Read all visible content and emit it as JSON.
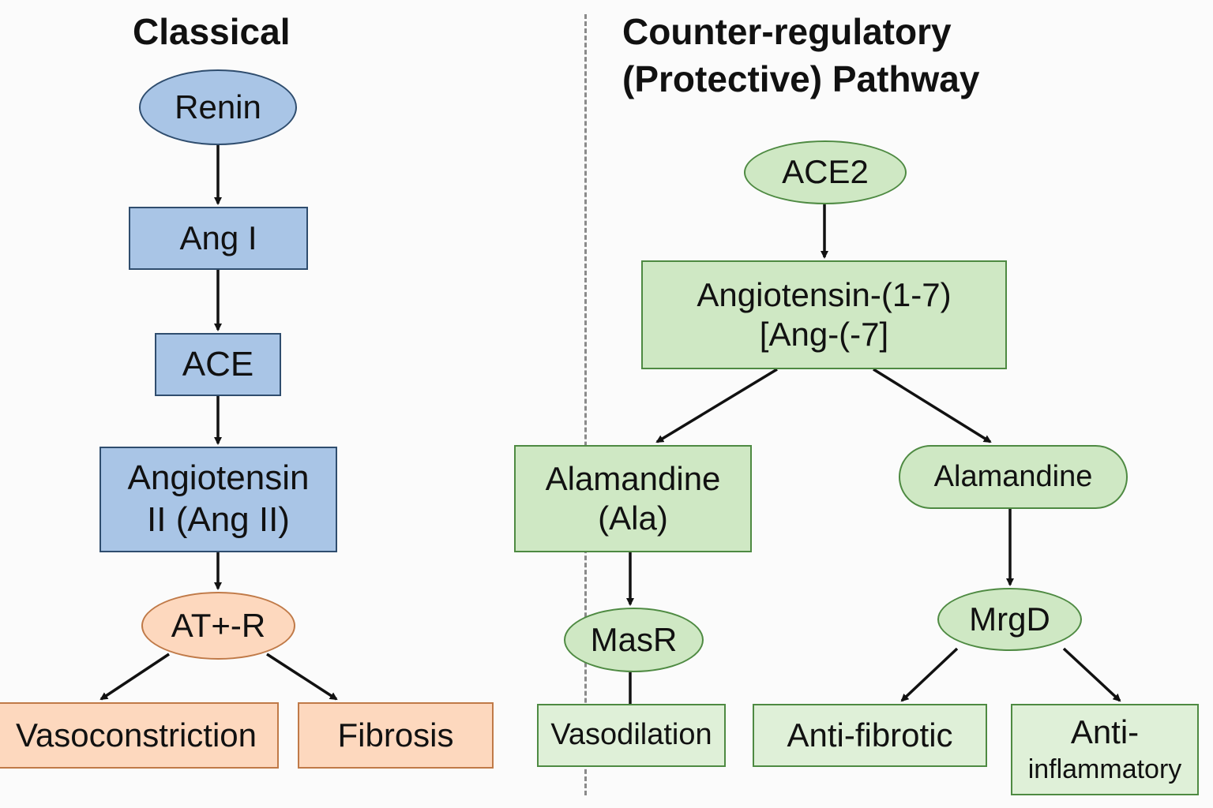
{
  "left": {
    "title": "Classical",
    "renin": "Renin",
    "ang1": "Ang I",
    "ace": "ACE",
    "ang2": "Angiotensin\nII (Ang II)",
    "at1r": "AT+-R",
    "vasoconstriction": "Vasoconstriction",
    "fibrosis": "Fibrosis"
  },
  "right": {
    "title": "Counter-regulatory\n(Protective) Pathway",
    "ace2": "ACE2",
    "ang17": "Angiotensin-(1-7)\n[Ang-(-7]",
    "alamandine_box": "Alamandine\n(Ala)",
    "alamandine_pill": "Alamandine",
    "masr": "MasR",
    "mrgd": "MrgD",
    "vasodilation": "Vasodilation",
    "antifibrotic": "Anti-fibrotic",
    "antiinflammatory_line1": "Anti-",
    "antiinflammatory_line2": "inflammatory"
  },
  "colors": {
    "classical_fill": "#a9c5e6",
    "classical_border": "#2f4d6e",
    "protective_fill": "#cfe8c4",
    "protective_border": "#4e8a42",
    "outcome_fill": "#fdd8be",
    "outcome_border": "#c07a48"
  }
}
